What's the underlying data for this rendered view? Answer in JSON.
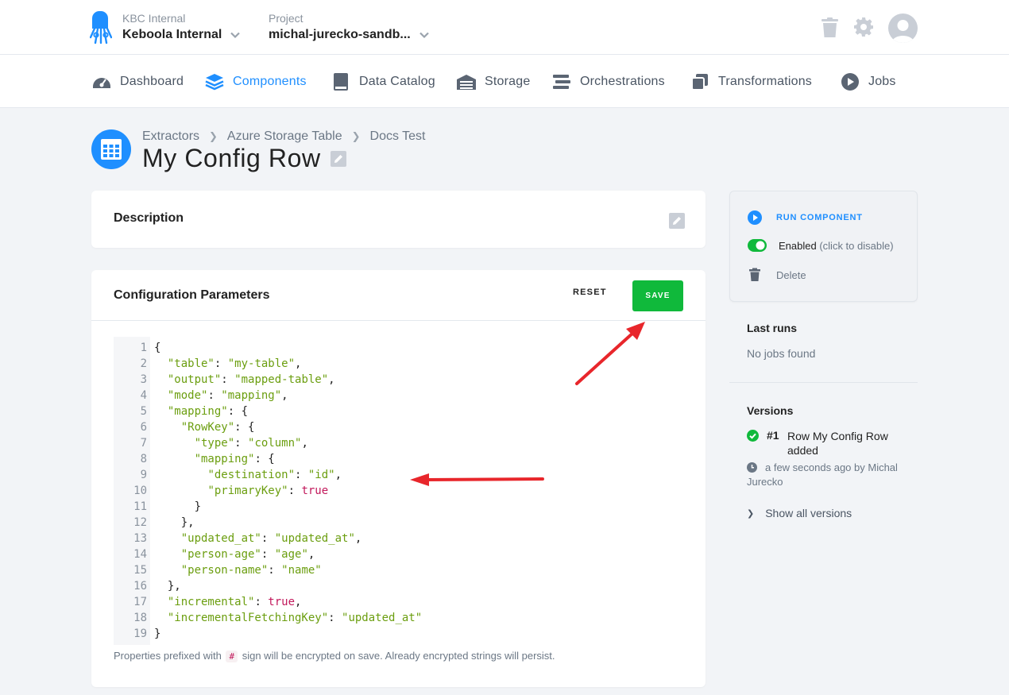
{
  "topbar": {
    "org_label": "KBC Internal",
    "org_value": "Keboola Internal",
    "project_label": "Project",
    "project_value": "michal-jurecko-sandb..."
  },
  "nav": {
    "items": [
      {
        "label": "Dashboard",
        "icon": "dashboard-icon"
      },
      {
        "label": "Components",
        "icon": "components-icon",
        "active": true
      },
      {
        "label": "Data Catalog",
        "icon": "catalog-icon"
      },
      {
        "label": "Storage",
        "icon": "storage-icon"
      },
      {
        "label": "Orchestrations",
        "icon": "orchestrations-icon"
      },
      {
        "label": "Transformations",
        "icon": "transformations-icon"
      },
      {
        "label": "Jobs",
        "icon": "jobs-icon"
      }
    ]
  },
  "breadcrumb": [
    "Extractors",
    "Azure Storage Table",
    "Docs Test"
  ],
  "page_title": "My Config Row",
  "description": {
    "heading": "Description"
  },
  "config": {
    "heading": "Configuration Parameters",
    "reset_label": "RESET",
    "save_label": "SAVE",
    "lines": [
      "{",
      "  \"table\": \"my-table\",",
      "  \"output\": \"mapped-table\",",
      "  \"mode\": \"mapping\",",
      "  \"mapping\": {",
      "    \"RowKey\": {",
      "      \"type\": \"column\",",
      "      \"mapping\": {",
      "        \"destination\": \"id\",",
      "        \"primaryKey\": true",
      "      }",
      "    },",
      "    \"updated_at\": \"updated_at\",",
      "    \"person-age\": \"age\",",
      "    \"person-name\": \"name\"",
      "  },",
      "  \"incremental\": true,",
      "  \"incrementalFetchingKey\": \"updated_at\"",
      "}"
    ],
    "hint_before": "Properties prefixed with",
    "hint_code": "#",
    "hint_after": "sign will be encrypted on save. Already encrypted strings will persist."
  },
  "sidebar": {
    "run_label": "RUN COMPONENT",
    "enabled_label": "Enabled",
    "enabled_hint": "(click to disable)",
    "delete_label": "Delete",
    "last_runs_title": "Last runs",
    "last_runs_empty": "No jobs found",
    "versions_title": "Versions",
    "version_number": "#1",
    "version_text": "Row My Config Row",
    "version_text2": "added",
    "version_meta": "a few seconds ago by Michal",
    "version_meta2": "Jurecko",
    "show_all": "Show all versions"
  },
  "colors": {
    "accent": "#1f8fff",
    "save": "#10b93b",
    "arrow": "#e8262b"
  }
}
